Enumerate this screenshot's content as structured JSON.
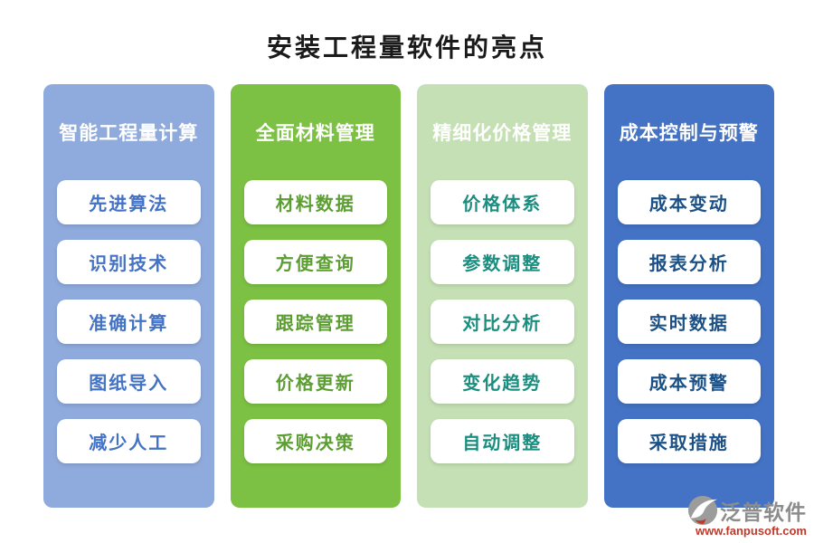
{
  "page": {
    "title": "安装工程量软件的亮点",
    "background_color": "#ffffff",
    "title_color": "#1a1a1a"
  },
  "columns": [
    {
      "header": "智能工程量计算",
      "bg_color": "#8FAADC",
      "item_text_color": "#4472C4",
      "items": [
        "先进算法",
        "识别技术",
        "准确计算",
        "图纸导入",
        "减少人工"
      ]
    },
    {
      "header": "全面材料管理",
      "bg_color": "#7CC143",
      "item_text_color": "#5C9E31",
      "items": [
        "材料数据",
        "方便查询",
        "跟踪管理",
        "价格更新",
        "采购决策"
      ]
    },
    {
      "header": "精细化价格管理",
      "bg_color": "#C5E0B4",
      "item_text_color": "#1B8E80",
      "items": [
        "价格体系",
        "参数调整",
        "对比分析",
        "变化趋势",
        "自动调整"
      ]
    },
    {
      "header": "成本控制与预警",
      "bg_color": "#4472C4",
      "item_text_color": "#1B5186",
      "items": [
        "成本变动",
        "报表分析",
        "实时数据",
        "成本预警",
        "采取措施"
      ]
    }
  ],
  "logo": {
    "icon": "fanpu-logo-icon",
    "name": "泛普软件",
    "url": "www.fanpusoft.com",
    "text_color": "#8C8C8C",
    "url_color": "#C0392B",
    "icon_color": "#9C9C9C"
  }
}
